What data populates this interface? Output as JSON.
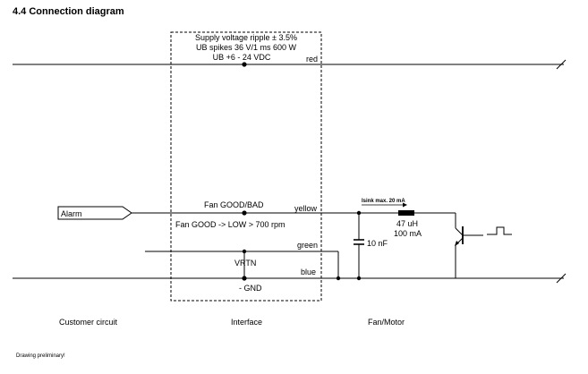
{
  "heading": "4.4 Connection diagram",
  "interface_notes": {
    "line1": "Supply voltage ripple ± 3.5%",
    "line2": "UB spikes 36 V/1 ms 600 W",
    "line3": "UB +6 - 24 VDC"
  },
  "wires": {
    "red": "red",
    "yellow": "yellow",
    "green": "green",
    "blue": "blue"
  },
  "signals": {
    "fan_good_bad": "Fan GOOD/BAD",
    "fan_good_low": "Fan GOOD -> LOW   > 700 rpm",
    "vrtn": "VRTN",
    "gnd": "- GND",
    "alarm": "Alarm"
  },
  "components": {
    "isink": "Isink max. 20 mA",
    "inductor_value": "47 uH",
    "inductor_current": "100 mA",
    "capacitor": "10 nF"
  },
  "sections": {
    "customer": "Customer circuit",
    "interface": "Interface",
    "fan": "Fan/Motor"
  },
  "footnote": "Drawing preliminary!"
}
